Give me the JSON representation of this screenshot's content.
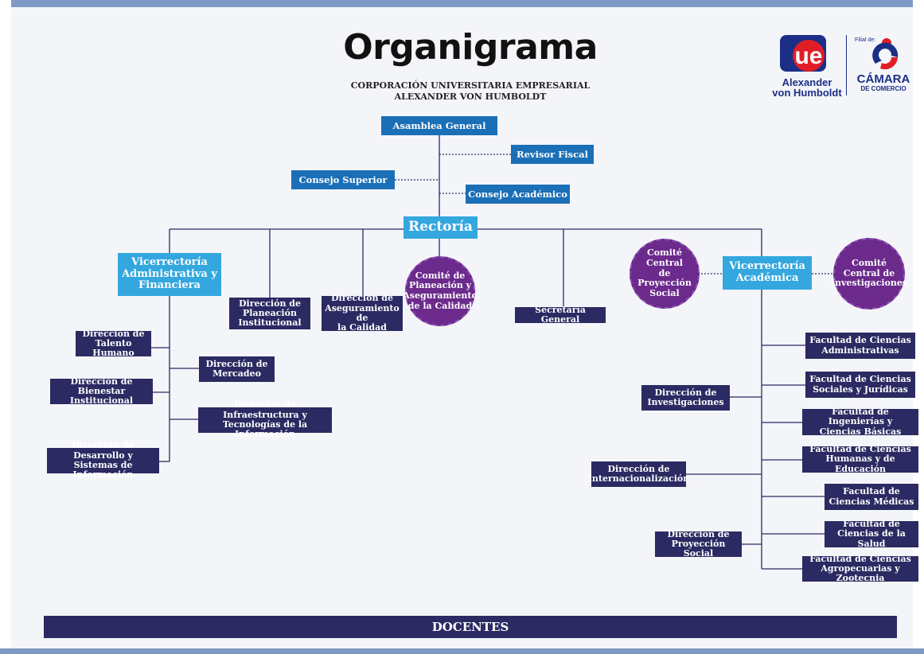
{
  "header": {
    "title": "Organigrama",
    "subtitle": "CORPORACIÓN UNIVERSITARIA EMPRESARIAL\nALEXANDER VON HUMBOLDT"
  },
  "logos": {
    "ue_letters": "ue",
    "ue_name_line1": "Alexander",
    "ue_name_line2": "von Humboldt",
    "filial_label": "Filial de:",
    "camara_name": "CÁMARA",
    "camara_sub": "DE COMERCIO"
  },
  "nodes": {
    "asamblea": "Asamblea General",
    "revisor": "Revisor Fiscal",
    "consejo_superior": "Consejo Superior",
    "consejo_academico": "Consejo Académico",
    "rectoria": "Rectoría",
    "vice_admin": "Vicerrectoría\nAdministrativa y\nFinanciera",
    "vice_acad": "Vicerrectoría\nAcadémica",
    "dir_planeacion": "Dirección de\nPlaneación\nInstitucional",
    "dir_aseguramiento": "Dirección de\nAseguramiento de\nla Calidad",
    "comite_planeacion": "Comité de\nPlaneación y\nAseguramiento\nde la Calidad",
    "secretaria": "Secretaría General",
    "comite_proyeccion": "Comité Central\nde Proyección\nSocial",
    "comite_investigaciones": "Comité\nCentral de\nInvestigaciones",
    "dir_talento": "Dirección de\nTalento Humano",
    "dir_mercadeo": "Dirección de\nMercadeo",
    "dir_bienestar": "Dirección de\nBienestar Institucional",
    "dir_infraestructura": "Dirección de Infraestructura y\nTecnologías de la Información",
    "dir_desarrollo": "Dirección de Desarrollo y\nSistemas de Información",
    "dir_investigaciones": "Dirección de\nInvestigaciones",
    "dir_internacionalizacion": "Dirección de\nInternacionalización",
    "dir_proyeccion": "Dirección de\nProyección Social",
    "fac_administrativas": "Facultad de Ciencias\nAdministrativas",
    "fac_sociales": "Facultad de Ciencias\nSociales y Jurídicas",
    "fac_ingenierias": "Facultad de Ingenierías y\nCiencias Básicas",
    "fac_humanas": "Facultad de Ciencias\nHumanas y de Educación",
    "fac_medicas": "Facultad  de\nCiencias Médicas",
    "fac_salud": "Facultad de\nCiencias de la Salud",
    "fac_agropecuarias": "Facultad  de Ciencias\nAgropecuarias y Zootecnia"
  },
  "footer": {
    "docentes": "DOCENTES"
  },
  "colors": {
    "navy": "#2b2a62",
    "blue": "#1b6fb6",
    "light_blue": "#34a7df",
    "purple": "#6b2a8c",
    "frame": "#7d9ac4"
  }
}
